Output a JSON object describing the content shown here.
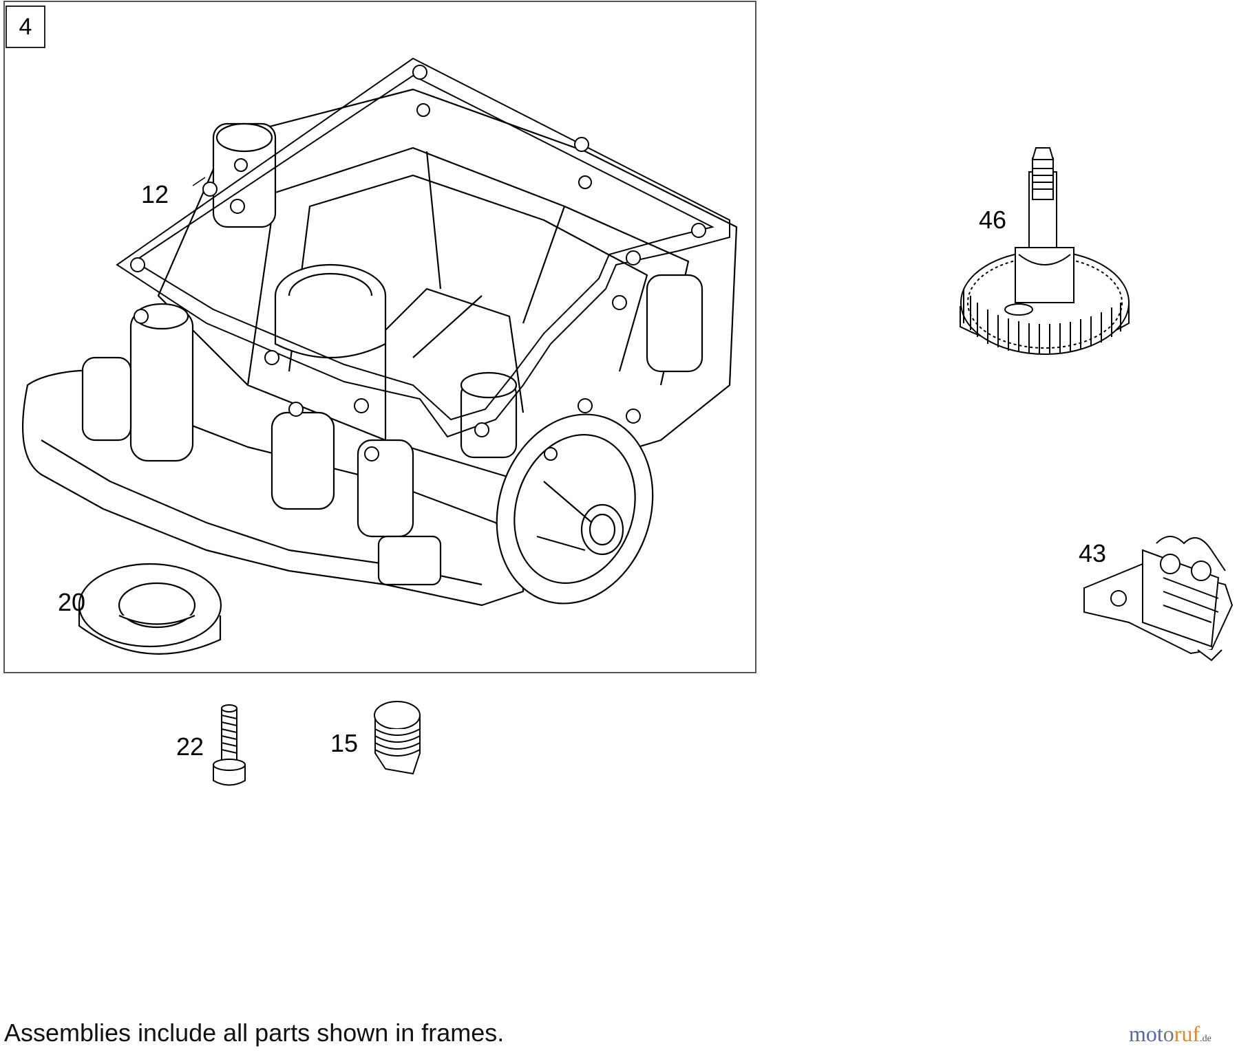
{
  "frame": {
    "number": "4"
  },
  "callouts": {
    "c12": "12",
    "c20": "20",
    "c22": "22",
    "c15": "15",
    "c46": "46",
    "c43": "43"
  },
  "footnote": "Assemblies include all parts shown in frames.",
  "watermark": {
    "part1": "mot",
    "part2": "o",
    "part3": "ruf",
    "tld": ".de"
  },
  "colors": {
    "line": "#000000",
    "background": "#ffffff",
    "frame": "#555555"
  }
}
